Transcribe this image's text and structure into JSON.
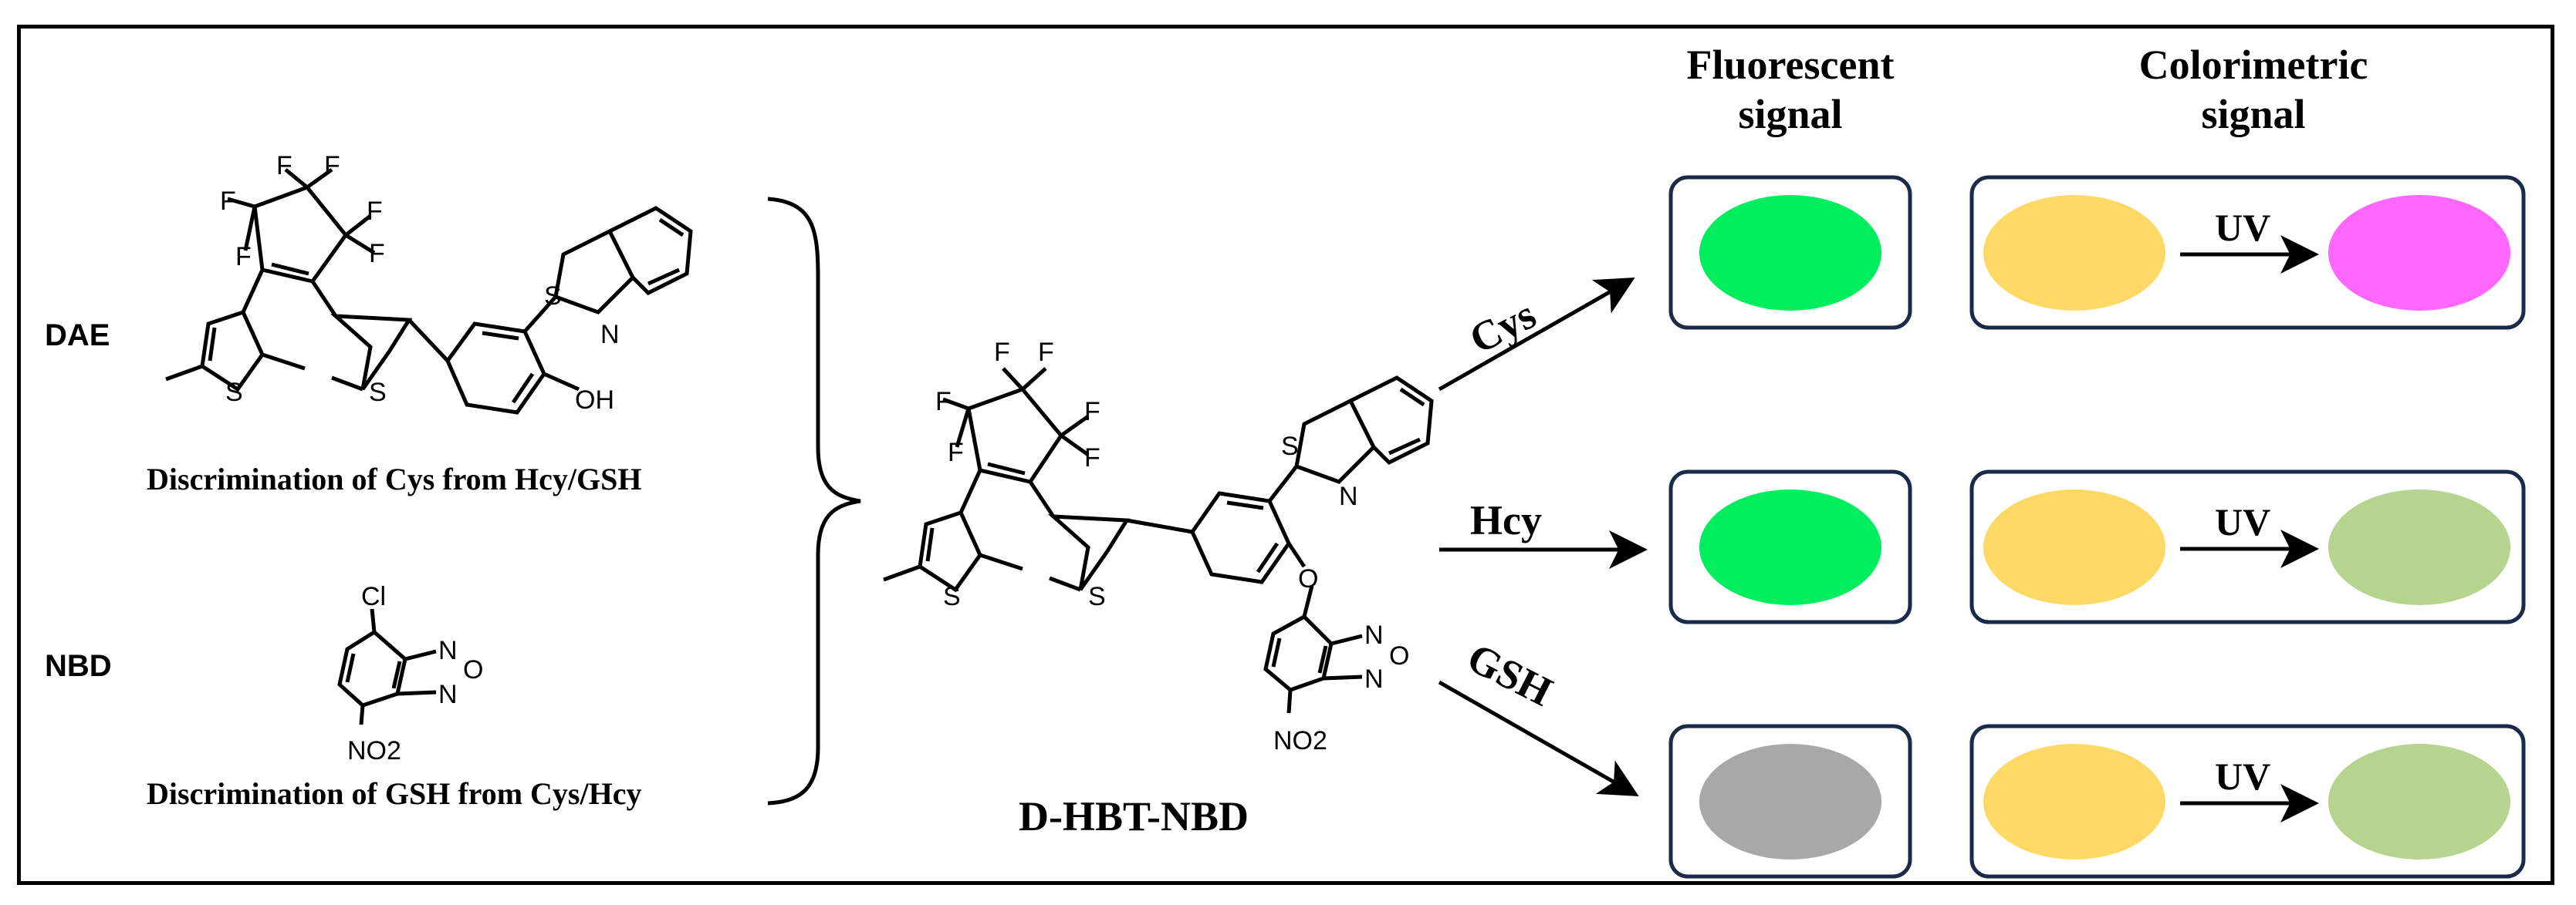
{
  "labels": {
    "dae": "DAE",
    "nbd": "NBD",
    "dae_caption": "Discrimination of Cys from Hcy/GSH",
    "nbd_caption": "Discrimination of GSH from Cys/Hcy",
    "probe_name": "D-HBT-NBD"
  },
  "headers": {
    "fluorescent_line1": "Fluorescent",
    "fluorescent_line2": "signal",
    "colorimetric_line1": "Colorimetric",
    "colorimetric_line2": "signal"
  },
  "analytes": [
    "Cys",
    "Hcy",
    "GSH"
  ],
  "uv_label": "UV",
  "atoms": {
    "F": "F",
    "S": "S",
    "N": "N",
    "O": "O",
    "OH": "OH",
    "Cl": "Cl",
    "NO2": "NO2"
  },
  "colors": {
    "box_border": "#1a2b4a",
    "fluor_green": "#00ee5e",
    "fluor_gray": "#a8a8a8",
    "yellow": "#ffd966",
    "magenta": "#ff66ff",
    "light_green": "#b5d48e"
  },
  "rows": [
    {
      "analyte": "Cys",
      "fluorescent": "green",
      "before_uv": "yellow",
      "after_uv": "magenta"
    },
    {
      "analyte": "Hcy",
      "fluorescent": "green",
      "before_uv": "yellow",
      "after_uv": "light-green"
    },
    {
      "analyte": "GSH",
      "fluorescent": "gray",
      "before_uv": "yellow",
      "after_uv": "light-green"
    }
  ]
}
